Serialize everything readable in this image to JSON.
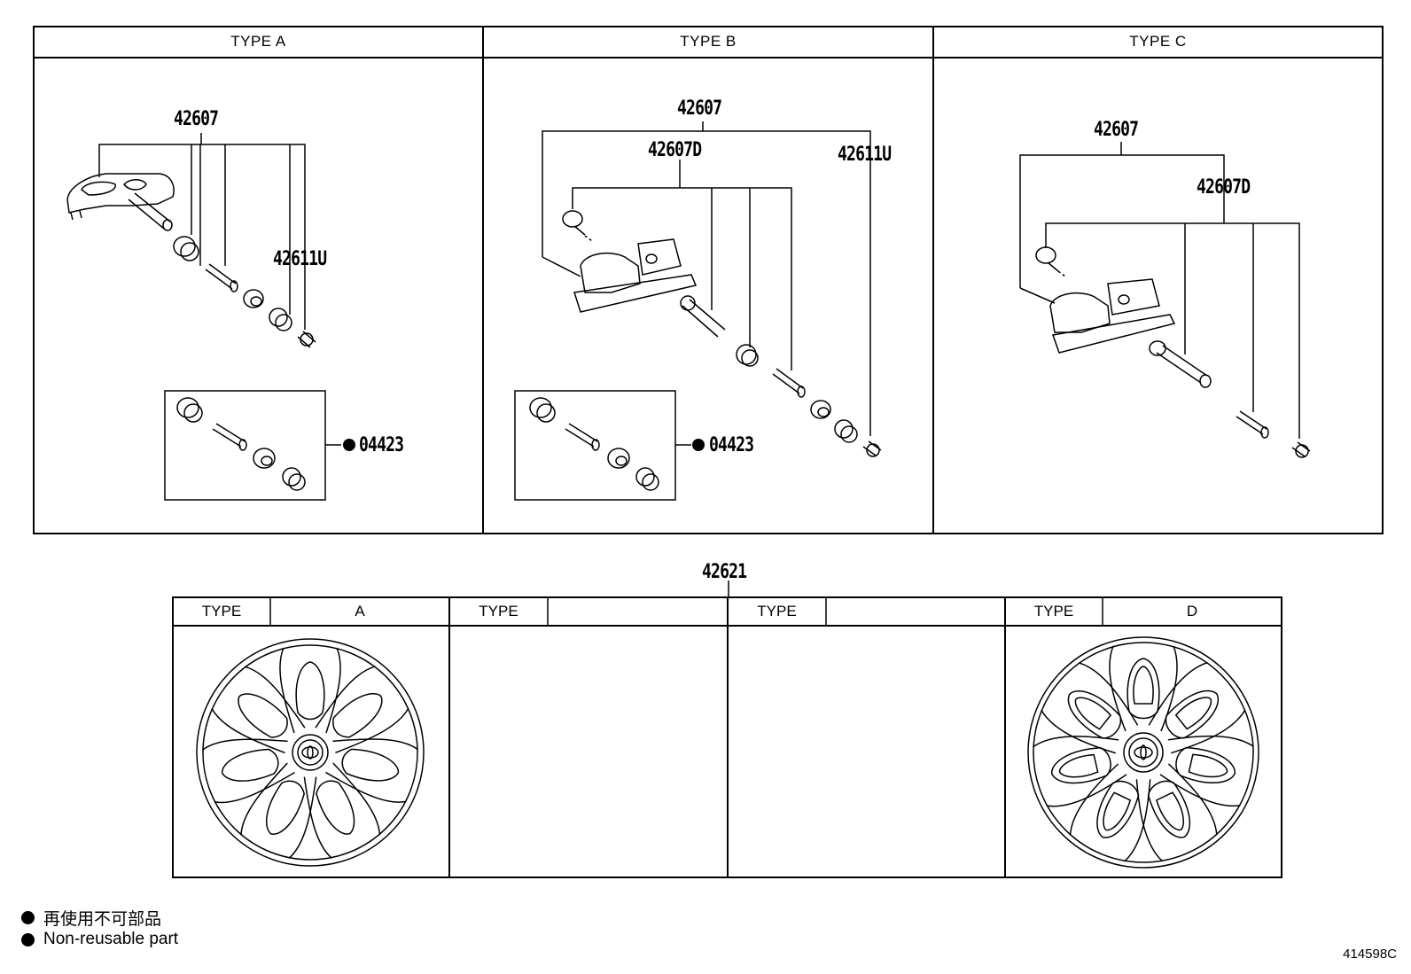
{
  "top_table": {
    "headers": [
      "TYPE A",
      "TYPE B",
      "TYPE C"
    ]
  },
  "parts": {
    "a_main": "42607",
    "a_cap": "42611U",
    "a_kit": "04423",
    "b_main": "42607",
    "b_sub": "42607D",
    "b_cap": "42611U",
    "b_kit": "04423",
    "c_main": "42607",
    "c_sub": "42607D",
    "wheel_cap": "42621"
  },
  "bottom_table": {
    "cells": [
      {
        "type_label": "TYPE",
        "value": "A"
      },
      {
        "type_label": "TYPE",
        "value": ""
      },
      {
        "type_label": "TYPE",
        "value": ""
      },
      {
        "type_label": "TYPE",
        "value": "D"
      }
    ]
  },
  "legend": {
    "jp": "再使用不可部品",
    "en": "Non-reusable part"
  },
  "figure_id": "414598C"
}
